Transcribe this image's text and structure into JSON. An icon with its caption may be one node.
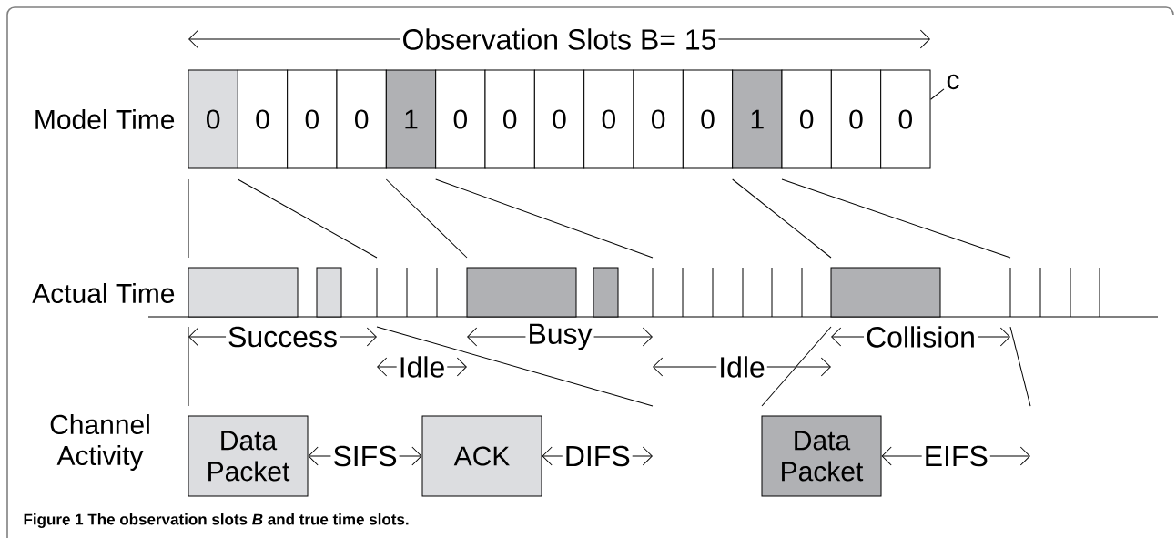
{
  "diagram": {
    "caption": "Figure 1 The observation slots *B* and true time slots.",
    "nodes": [
      {
        "text": [
          "0"
        ]
      },
      {
        "text": [
          "0"
        ]
      },
      {
        "text": [
          "0"
        ]
      },
      {
        "text": [
          "0"
        ]
      },
      {
        "text": [
          "1"
        ]
      },
      {
        "text": [
          "0"
        ]
      },
      {
        "text": [
          "0"
        ]
      },
      {
        "text": [
          "0"
        ]
      },
      {
        "text": [
          "0"
        ]
      },
      {
        "text": [
          "0"
        ]
      },
      {
        "text": [
          "0"
        ]
      },
      {
        "text": [
          "1"
        ]
      },
      {
        "text": [
          "0"
        ]
      },
      {
        "text": [
          "0"
        ]
      },
      {
        "text": [
          "0"
        ]
      },
      {
        "text": [
          "c"
        ]
      },
      {
        "text": [
          "Data Packet"
        ]
      },
      {
        "text": [
          "ACK"
        ]
      },
      {
        "text": [
          "Data Packet"
        ]
      }
    ],
    "edges": [
      {
        "from": 15,
        "to": 14,
        "arrow": "none"
      },
      {
        "from": 16,
        "to": 17,
        "arrow": "both",
        "label": "SIFS"
      },
      {
        "from": 17,
        "to": null,
        "arrow": "both",
        "label": "DIFS"
      },
      {
        "from": 18,
        "to": null,
        "arrow": "both",
        "label": "EIFS"
      }
    ],
    "labels": [
      "Observation Slots B= 15",
      "Model Time",
      "Actual Time",
      "Success",
      "Busy",
      "Collision",
      "Idle",
      "Idle",
      "Channel Activity"
    ]
  }
}
